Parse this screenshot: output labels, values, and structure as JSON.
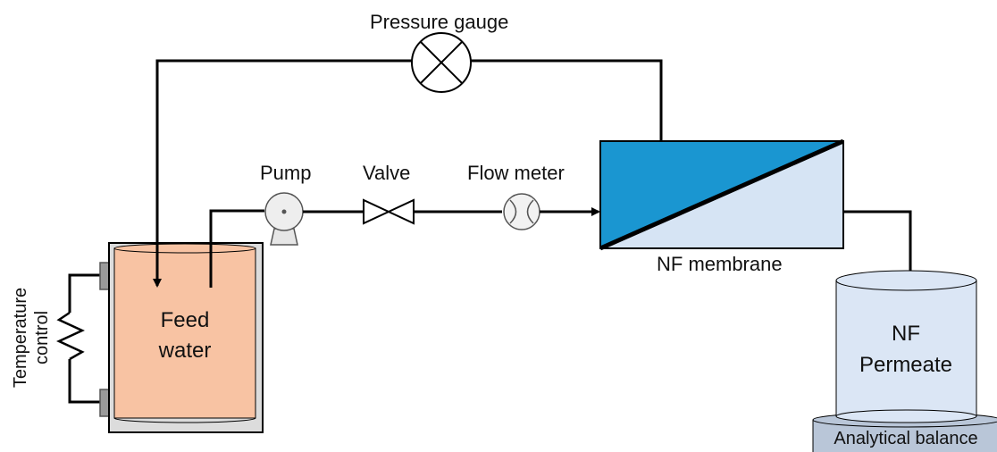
{
  "labels": {
    "pressure_gauge": "Pressure gauge",
    "pump": "Pump",
    "valve": "Valve",
    "flow_meter": "Flow meter",
    "nf_membrane": "NF membrane",
    "feed_line1": "Feed",
    "feed_line2": "water",
    "temp_line1": "Temperature",
    "temp_line2": "control",
    "permeate_line1": "NF",
    "permeate_line2": "Permeate",
    "analytical_balance": "Analytical balance"
  },
  "colors": {
    "line": "#000000",
    "feed_water": "#f8c3a3",
    "tank_frame": "#dcdcdc",
    "membrane_dark": "#1a96d1",
    "membrane_light": "#d6e4f4",
    "permeate": "#dbe6f5",
    "balance": "#b9c6d8",
    "heater_block": "#9a9a9a"
  }
}
